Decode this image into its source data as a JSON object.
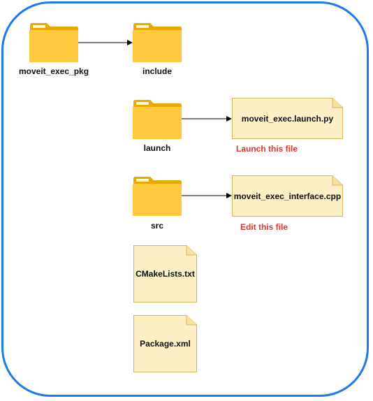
{
  "folders": {
    "pkg": "moveit_exec_pkg",
    "include": "include",
    "launch": "launch",
    "src": "src"
  },
  "files": {
    "launch_file": "moveit_exec.launch.py",
    "interface_file": "moveit_exec_interface.cpp",
    "cmake": "CMakeLists.txt",
    "package": "Package.xml"
  },
  "notes": {
    "launch_note": "Launch this file",
    "edit_note": "Edit this file"
  },
  "colors": {
    "frame": "#1e7ae6",
    "folder_body": "#ffc83d",
    "folder_back": "#e8a900",
    "doc_fill": "#fdf0c4",
    "doc_stroke": "#d8b45a",
    "note": "#e8322b"
  }
}
